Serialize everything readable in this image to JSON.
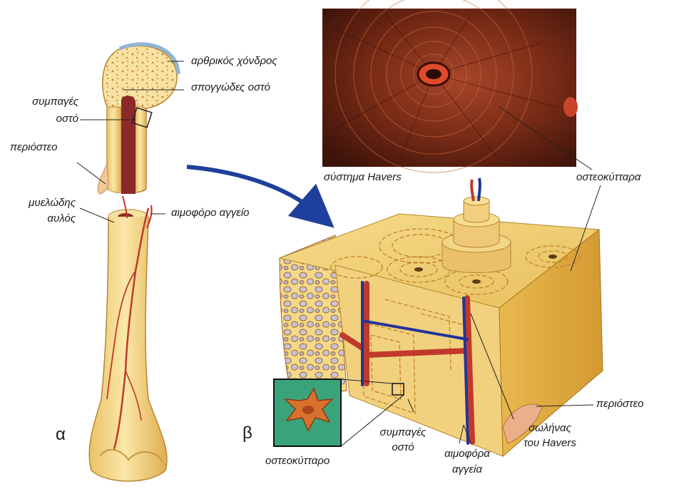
{
  "labels": {
    "articular_cartilage": "αρθρικός χόνδρος",
    "spongy_bone": "σπογγώδες οστό",
    "compact_bone_line1": "συμπαγές",
    "compact_bone_line2": "οστό",
    "periosteum_left": "περιόστεο",
    "medullary_line1": "μυελώδης",
    "medullary_line2": "αυλός",
    "blood_vessel": "αιμοφόρο αγγείο",
    "haversian_system": "σύστημα Havers",
    "osteocytes": "οστεοκύτταρα",
    "periosteum_right": "περιόστεο",
    "compact_bone_b_line1": "συμπαγές",
    "compact_bone_b_line2": "οστό",
    "haversian_canal_line1": "σωλήνας",
    "haversian_canal_line2": "του Havers",
    "blood_vessels_line1": "αιμοφόρα",
    "blood_vessels_line2": "αγγεία",
    "osteocyte": "οστεοκύτταρο"
  },
  "panels": {
    "a": "α",
    "b": "β"
  },
  "colors": {
    "bone_yellow": "#f3d98a",
    "bone_dark": "#d9a94a",
    "marrow_red": "#8b2a2a",
    "vessel_red": "#c0392b",
    "vessel_blue": "#23349a",
    "arrow_blue": "#1f3f9c",
    "micrograph_brown": "#7a2c16",
    "osteocyte_green": "#3aa37a"
  }
}
